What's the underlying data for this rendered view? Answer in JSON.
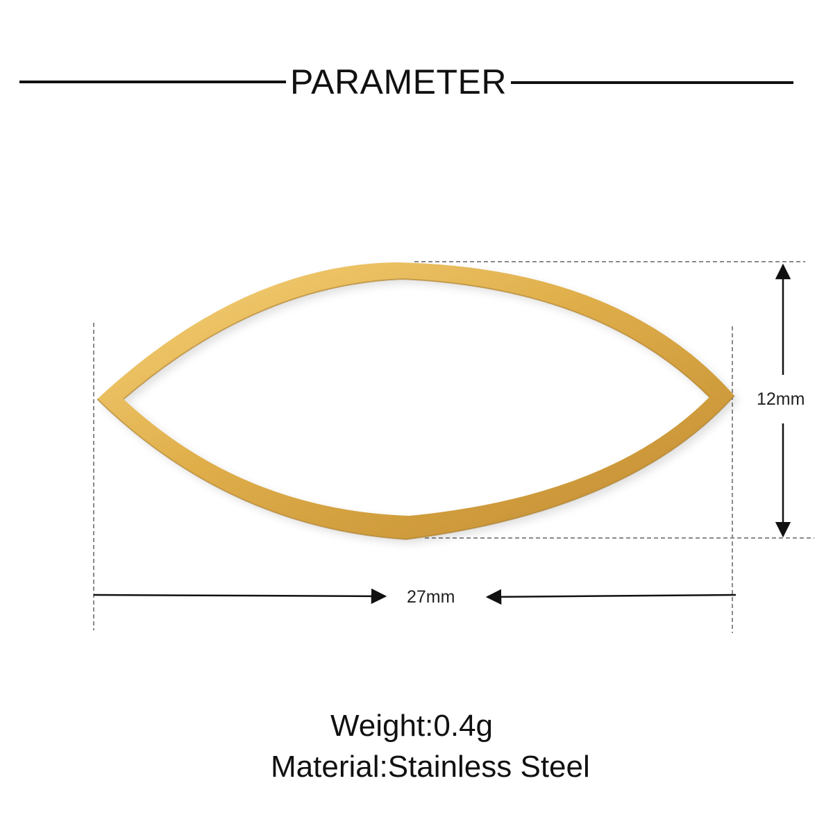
{
  "header": {
    "title": "PARAMETER"
  },
  "dimensions": {
    "height_label": "12mm",
    "width_label": "27mm"
  },
  "specs": {
    "weight": "Weight:0.4g",
    "material": "Material:Stainless Steel"
  },
  "colors": {
    "gold_light": "#f2c867",
    "gold_mid": "#dcaa45",
    "gold_dark": "#b9852c",
    "guide_line": "#8a8a8a",
    "text": "#111111"
  }
}
